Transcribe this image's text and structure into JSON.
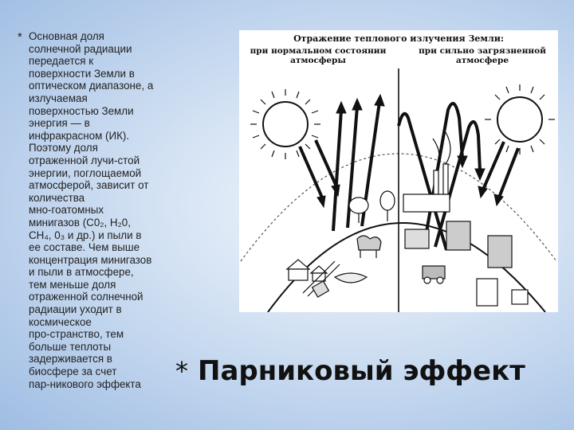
{
  "bullet": {
    "marker": "*",
    "lines": [
      "Основная доля",
      "солнечной радиации",
      "передается к",
      "поверхности Земли в",
      "оптическом диапазоне, а",
      "излучаемая",
      "поверхностью Земли",
      "энергия — в",
      "инфракрасном (ИК).",
      "Поэтому доля",
      "отраженной лучи-стой",
      "энергии, поглощаемой",
      "атмосферой, зависит от",
      "количества",
      "мно-гоатомных",
      "минигазов (С0₂, Н₂0,",
      "СН₄, 0₃ и др.) и пыли в",
      "ее составе. Чем выше",
      "концентрация минигазов",
      "и пыли в атмосфере,",
      "тем меньше доля",
      "отраженной солнечной",
      "радиации уходит в",
      "космическое",
      "про-странство, тем",
      "больше теплоты",
      "задерживается в",
      "биосфере за счет",
      "пар-никового эффекта"
    ]
  },
  "figure": {
    "title": "Отражение теплового излучения Земли:",
    "caption_left": "при нормальном состоянии атмосферы",
    "caption_right": "при сильно загрязненной атмосфере"
  },
  "slide_title": {
    "marker": "*",
    "text": "Парниковый эффект"
  }
}
